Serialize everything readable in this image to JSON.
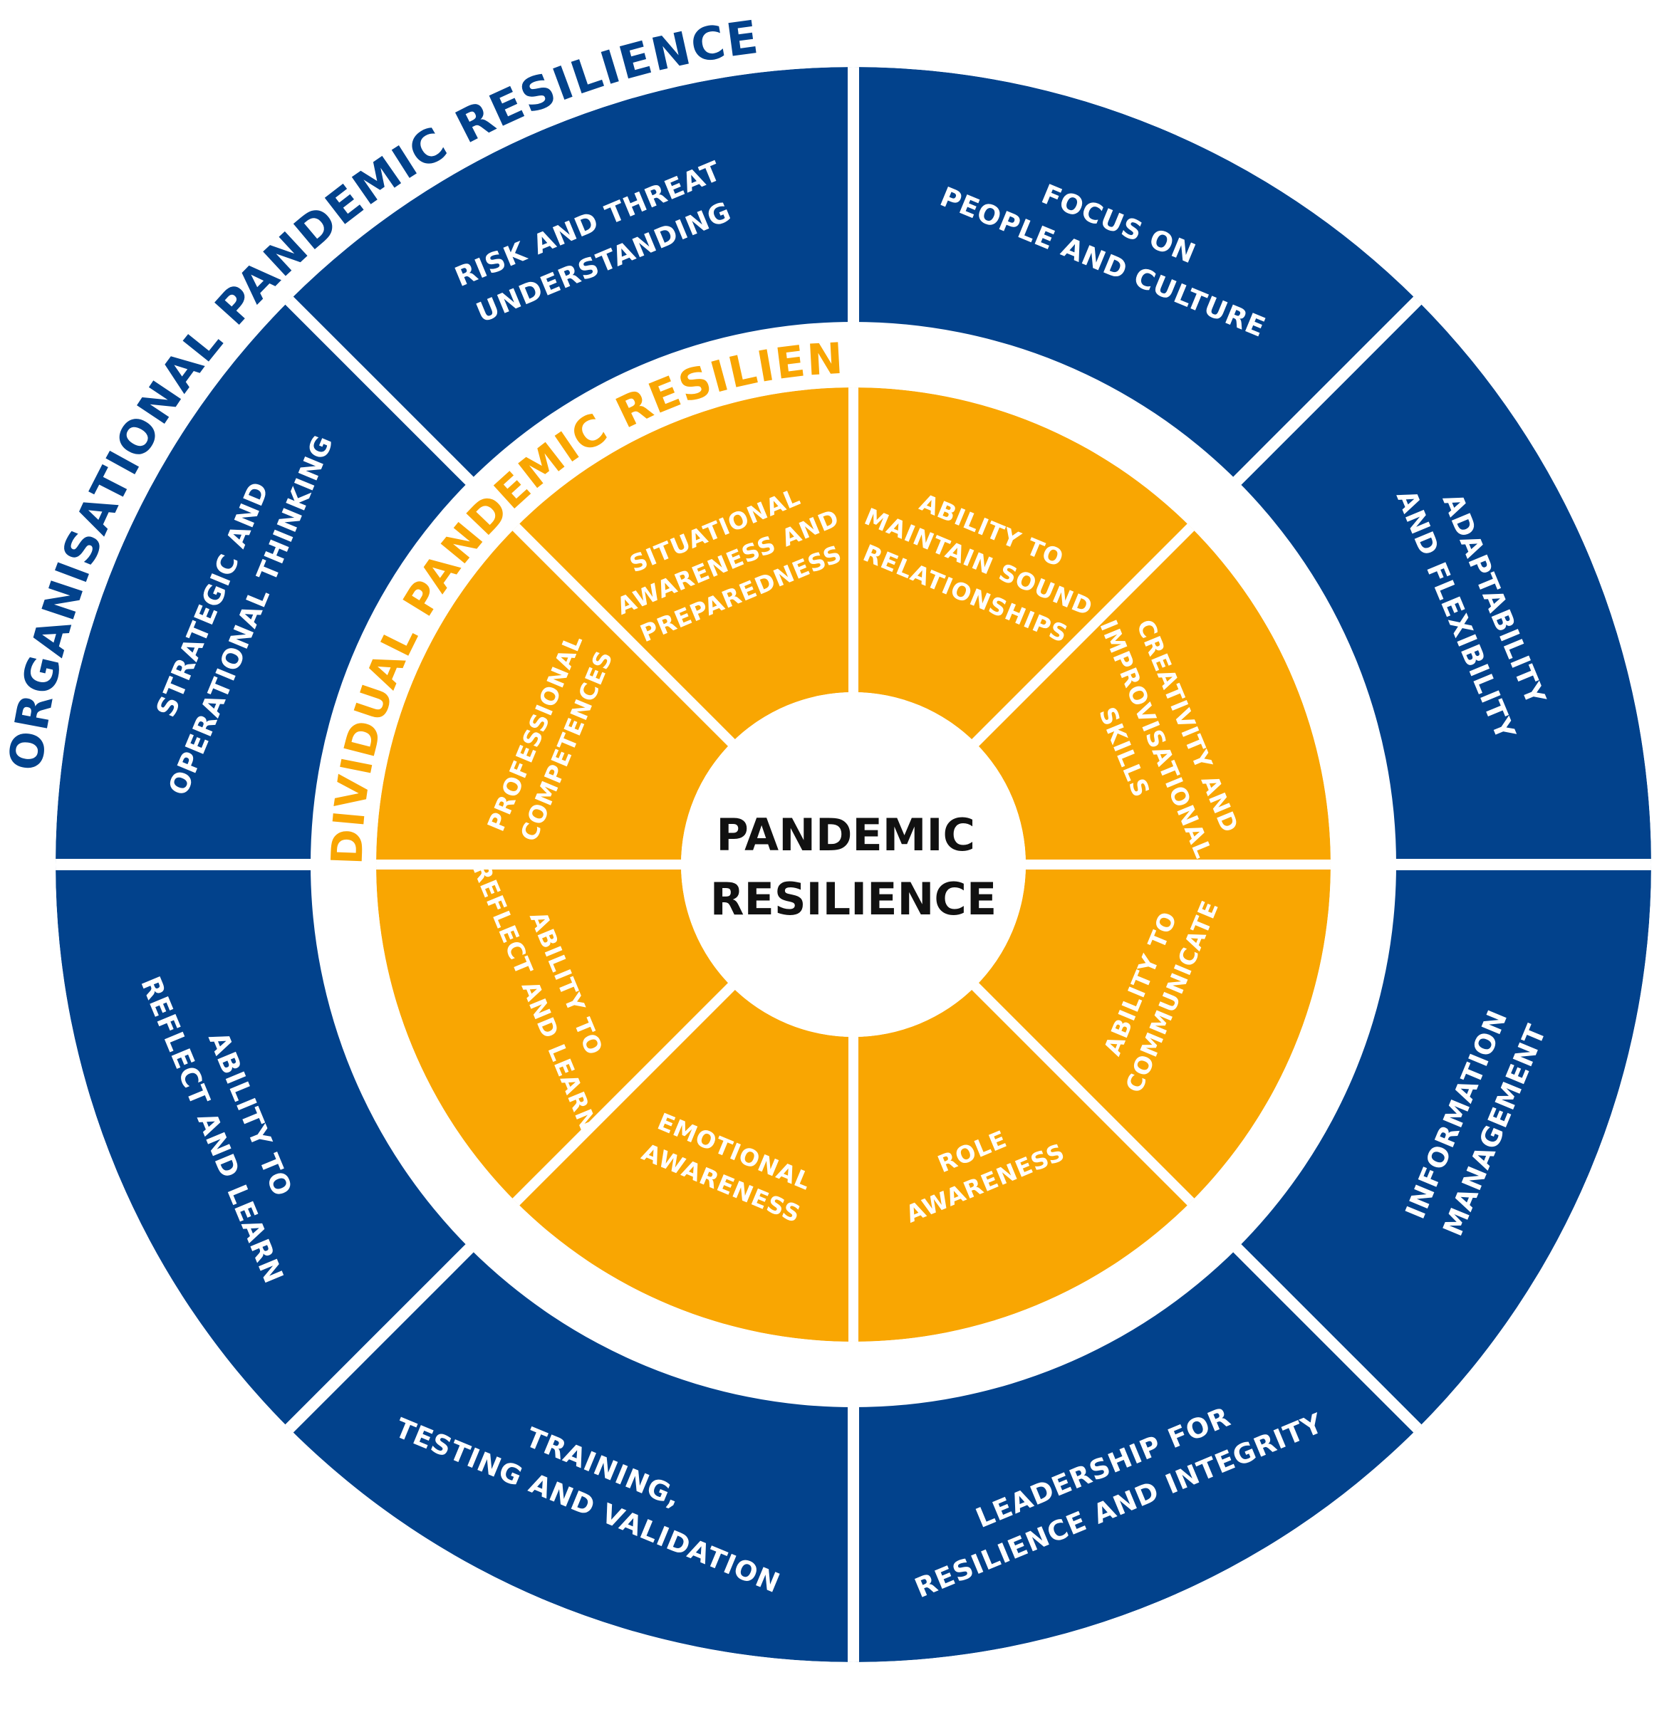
{
  "colors": {
    "outer_ring": "#02428c",
    "inner_ring": "#f9a602",
    "center": "#ffffff",
    "outer_title": "#02428c",
    "inner_title": "#f9a602",
    "center_text": "#111111",
    "divider": "#ffffff"
  },
  "outer_ring": {
    "title": "ORGANISATIONAL PANDEMIC RESILIENCE",
    "segments": [
      {
        "lines": [
          "FOCUS ON",
          "PEOPLE AND CULTURE"
        ]
      },
      {
        "lines": [
          "ADAPTABILITY",
          "AND FLEXIBILITY"
        ]
      },
      {
        "lines": [
          "INFORMATION",
          "MANAGEMENT"
        ]
      },
      {
        "lines": [
          "LEADERSHIP FOR",
          "RESILIENCE AND INTEGRITY"
        ]
      },
      {
        "lines": [
          "TRAINING,",
          "TESTING AND VALIDATION"
        ]
      },
      {
        "lines": [
          "ABILITY TO",
          "REFLECT AND LEARN"
        ]
      },
      {
        "lines": [
          "STRATEGIC AND",
          "OPERATIONAL THINKING"
        ]
      },
      {
        "lines": [
          "RISK AND THREAT",
          "UNDERSTANDING"
        ]
      }
    ]
  },
  "inner_ring": {
    "title": "INDIVIDUAL PANDEMIC RESILIENCE",
    "segments": [
      {
        "lines": [
          "ABILITY TO",
          "MAINTAIN SOUND",
          "RELATIONSHIPS"
        ]
      },
      {
        "lines": [
          "CREATIVITY AND",
          "IMPROVISATIONAL",
          "SKILLS"
        ]
      },
      {
        "lines": [
          "ABILITY TO",
          "COMMUNICATE"
        ]
      },
      {
        "lines": [
          "ROLE",
          "AWARENESS"
        ]
      },
      {
        "lines": [
          "EMOTIONAL",
          "AWARENESS"
        ]
      },
      {
        "lines": [
          "ABILITY TO",
          "REFLECT AND LEARN"
        ]
      },
      {
        "lines": [
          "PROFESSIONAL",
          "COMPETENCES"
        ]
      },
      {
        "lines": [
          "SITUATIONAL",
          "AWARENESS AND",
          "PREPAREDNESS"
        ]
      }
    ]
  },
  "center": {
    "lines": [
      "PANDEMIC",
      "RESILIENCE"
    ]
  }
}
